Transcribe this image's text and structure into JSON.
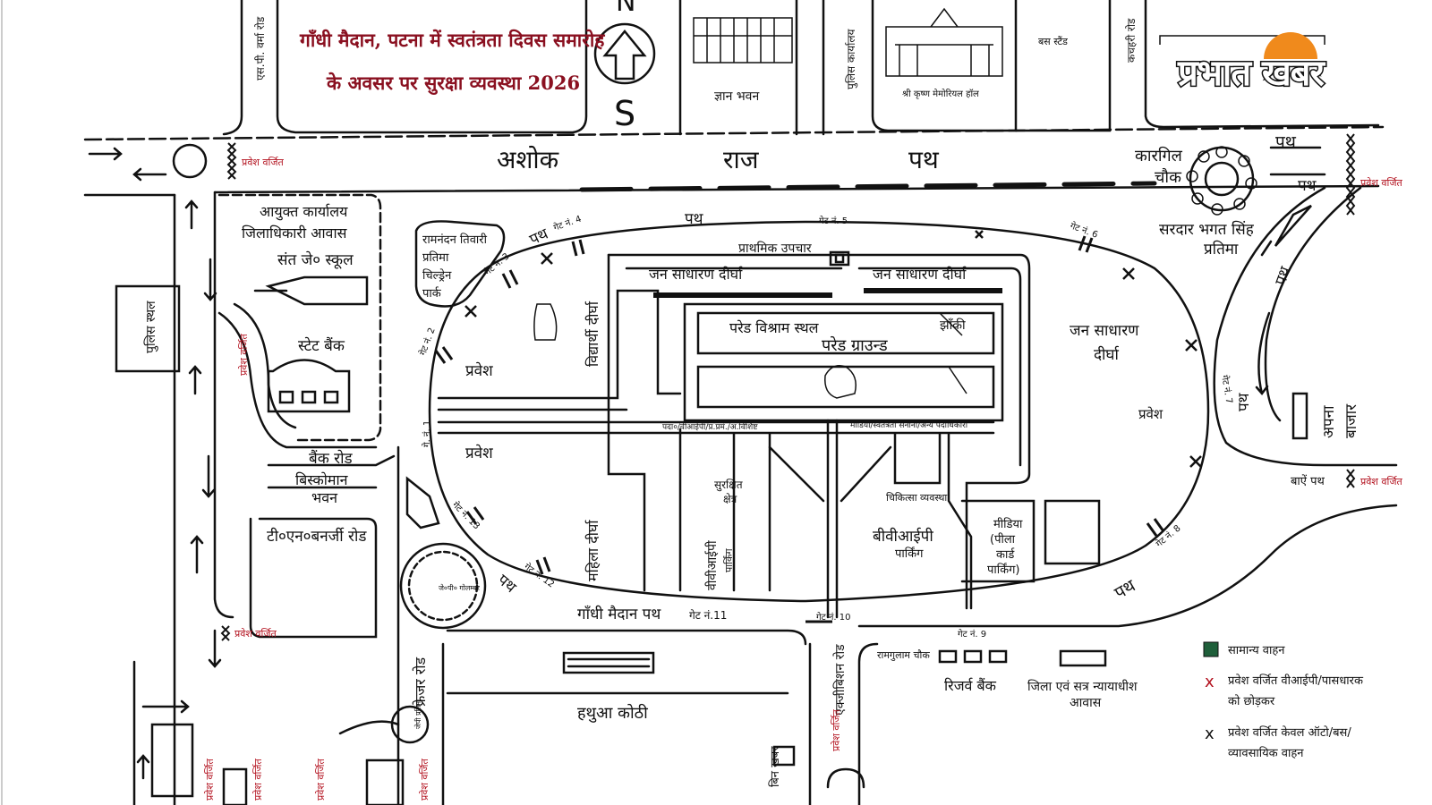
{
  "title": {
    "line1": "गाँधी मैदान, पटना में स्वतंत्रता दिवस समारोह",
    "line2": "के अवसर पर सुरक्षा व्यवस्था 2026"
  },
  "logo": "प्रभात खबर",
  "compass": {
    "north": "N",
    "south": "S"
  },
  "roads": {
    "ashok1": "अशोक",
    "ashok2": "राज",
    "ashok3": "पथ",
    "path_top": "पथ",
    "path_right_top": "पथ",
    "path_right_mid": "पथ",
    "path_right_v": "पथ",
    "path_right_v2": "पथ",
    "path_bottom_right": "पथ",
    "path_left": "पथ",
    "path_left_top": "पथ",
    "gandhi_maidan_path": "गाँधी मैदान पथ",
    "bank_road": "बैंक रोड",
    "tn_banerjee": "टी०एन०बनर्जी रोड",
    "frazer_road": "फ्रेजर रोड",
    "exhibition_road": "एक्जीबिशन रोड",
    "bakarganj": "बाऐं पथ",
    "sp_verma": "एस.पी. वर्मा रोड",
    "police_office": "पुलिस कार्यालय",
    "kachahri": "कचहरी रोड"
  },
  "places": {
    "commissioner": "आयुक्त कार्यालय",
    "dm_house": "जिलाधिकारी आवास",
    "st_joseph": "संत जे० स्कूल",
    "state_bank": "स्टेट बैंक",
    "biscomaun1": "बिस्कोमान",
    "biscomaun2": "भवन",
    "police_station": "पुलिस स्थल",
    "ramnandan1": "रामनंदन तिवारी",
    "ramnandan2": "प्रतिमा",
    "ramnandan3": "चिल्ड्रेन",
    "ramnandan4": "पार्क",
    "gyan_bhawan": "ज्ञान भवन",
    "sk_memorial": "श्री कृष्ण मेमोरियल हॉल",
    "bus_stand": "बस स्टैंड",
    "kargil1": "कारगिल",
    "kargil2": "चौक",
    "bhagat1": "सरदार भगत सिंह",
    "bhagat2": "प्रतिमा",
    "apna_bazar1": "अपना",
    "apna_bazar2": "बाजार",
    "hathua": "हथुआ कोठी",
    "reserve_bank": "रिजर्व बैंक",
    "judge_house1": "जिला एवं सत्र न्यायाधीश",
    "judge_house2": "आवास",
    "rampulad": "रामगुलाम चौक",
    "jjp": "जे०पी० गोलम्बर",
    "indira": "जेपी प्रतिमा",
    "vip_parking_small": "बीवीआईपी पार्किंग",
    "khabar": "बिन खबर"
  },
  "ground": {
    "first_aid": "प्राथमिक उपचार",
    "gallery_left": "जन साधारण दीर्घा",
    "gallery_right": "जन साधारण दीर्घा",
    "gallery_east1": "जन साधारण",
    "gallery_east2": "दीर्घा",
    "student_gallery": "विद्यार्थी दीर्घा",
    "women_gallery": "महिला दीर्घा",
    "parade_rest": "परेड विश्राम स्थल",
    "parade_ground": "परेड ग्राउन्ड",
    "jhanki": "झाँकी",
    "vip_strip_left": "पदा०/वीआईपी/प्र.प्रमं./अ.विशिष्ट",
    "vip_strip_right": "मीडिया/स्वतंत्रता सेनानी/अन्य पदाधिकारी",
    "secure_zone1": "सुरक्षित",
    "secure_zone2": "क्षेत्र",
    "vvip_parking1": "वीवीआईपी",
    "vvip_parking2": "पार्किंग",
    "vip_parking1": "वीवीआईपी",
    "vip_parking2": "पार्किंग",
    "bvip1": "बीवीआईपी",
    "bvip2": "पार्किंग",
    "medical": "चिकित्सा व्यवस्था",
    "media1": "मीडिया",
    "media2": "(पीला",
    "media3": "कार्ड",
    "media4": "पार्किंग)",
    "entry_nw": "प्रवेश",
    "entry_w": "प्रवेश",
    "entry_e": "प्रवेश"
  },
  "gates": {
    "g1": "गे. नं. 1",
    "g2": "गेट नं. 2",
    "g3": "गेट नं. 3",
    "g4": "गेट नं. 4",
    "g5": "गेट नं. 5",
    "g6": "गेट नं. 6",
    "g7": "गेट नं. 7",
    "g8": "गेट नं. 8",
    "g9": "गेट नं. 9",
    "g10": "गेट नं. 10",
    "g11": "गेट नं.11",
    "g12": "गेट नं. 12",
    "g13": "गेट नं. 13"
  },
  "barriers": {
    "nw": "प्रवेश वर्जित",
    "ne": "प्रवेश वर्जित",
    "e": "प्रवेश वर्जित",
    "left_v": "प्रवेश वर्जित",
    "sw": "प्रवेश वर्जित",
    "s": "प्रवेश वर्जित",
    "bottom1": "प्रवेश वर्जित",
    "bottom2": "प्रवेश वर्जित",
    "bottom3": "प्रवेश वर्जित",
    "bottom4": "प्रवेश वर्जित"
  },
  "legend": {
    "general_vehicle": "सामान्य वाहन",
    "x1_line1": "प्रवेश वर्जित वीआईपी/पासधारक",
    "x1_line2": "को छोड़कर",
    "x2_line1": "प्रवेश वर्जित केवल ऑटो/बस/",
    "x2_line2": "व्यावसायिक वाहन",
    "x_symbol": "x",
    "green": "#1f5f3a",
    "red": "#b3121f"
  }
}
